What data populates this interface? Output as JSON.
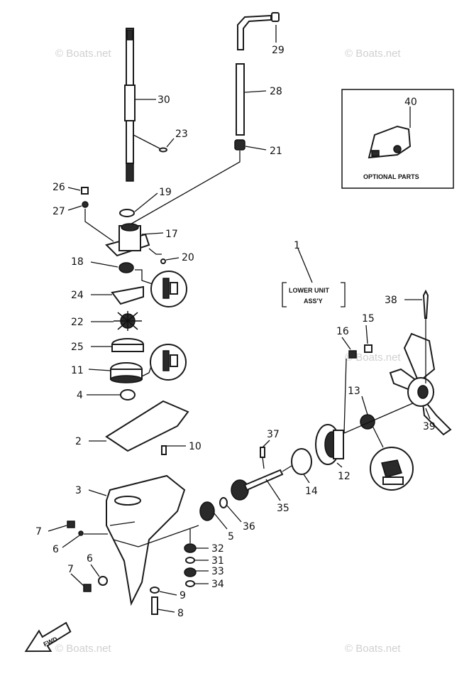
{
  "watermark": "© Boats.net",
  "parts": {
    "p1": "1",
    "p2": "2",
    "p3": "3",
    "p4": "4",
    "p5": "5",
    "p6a": "6",
    "p6b": "6",
    "p7a": "7",
    "p7b": "7",
    "p8": "8",
    "p9": "9",
    "p10": "10",
    "p11": "11",
    "p12": "12",
    "p13": "13",
    "p14": "14",
    "p15": "15",
    "p16": "16",
    "p17": "17",
    "p18": "18",
    "p19": "19",
    "p20": "20",
    "p21": "21",
    "p22": "22",
    "p23": "23",
    "p24": "24",
    "p25": "25",
    "p26": "26",
    "p27": "27",
    "p28": "28",
    "p29": "29",
    "p30": "30",
    "p31": "31",
    "p32": "32",
    "p33": "33",
    "p34": "34",
    "p35": "35",
    "p36": "36",
    "p37": "37",
    "p38": "38",
    "p39": "39",
    "p40": "40"
  },
  "optional_box": {
    "label": "OPTIONAL PARTS"
  },
  "assembly_box": {
    "line1": "LOWER UNIT",
    "line2": "ASS'Y"
  },
  "fwd_label": "FWD"
}
